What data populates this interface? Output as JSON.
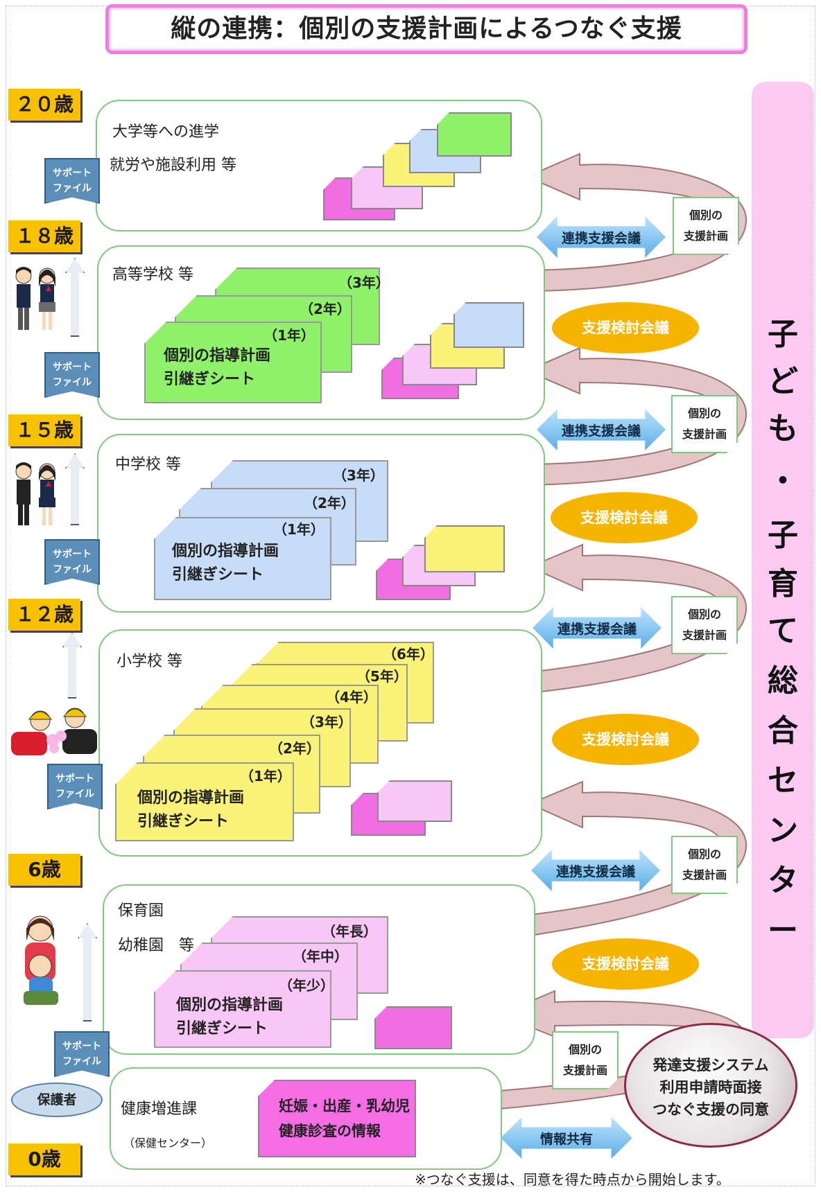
{
  "title": "縦の連携：個別の支援計画によるつなぐ支援",
  "ages": [
    "２０歳",
    "１８歳",
    "１５歳",
    "１２歳",
    "6歳",
    "0歳"
  ],
  "support_file": "サポートファイル",
  "support_file_lines": [
    "サポート",
    "ファイル"
  ],
  "stages": {
    "university": {
      "line1": "大学等への進学",
      "line2": "就労や施設利用 等"
    },
    "high": {
      "label": "高等学校 等",
      "grades": [
        "（3年）",
        "（2年）",
        "（1年）"
      ]
    },
    "middle": {
      "label": "中学校 等",
      "grades": [
        "（3年）",
        "（2年）",
        "（1年）"
      ]
    },
    "elementary": {
      "label": "小学校 等",
      "grades": [
        "（6年）",
        "（5年）",
        "（4年）",
        "（3年）",
        "（2年）",
        "（1年）"
      ]
    },
    "preschool": {
      "line1": "保育園",
      "line2": "幼稚園　等",
      "grades": [
        "（年長）",
        "（年中）",
        "（年少）"
      ]
    },
    "health": {
      "label": "健康増進課",
      "sub": "（保健センター）"
    }
  },
  "sheet_text": {
    "line1": "個別の指導計画",
    "line2": "引継ぎシート"
  },
  "renkei_label": "連携支援会議",
  "kento_label": "支援検討会議",
  "plan_note": {
    "line1": "個別の",
    "line2": "支援計画"
  },
  "center_name": [
    "子",
    "ど",
    "も",
    "・",
    "子",
    "育",
    "て",
    "総",
    "合",
    "セ",
    "ン",
    "タ",
    "ー"
  ],
  "guardian": "保護者",
  "health_info": {
    "line1": "妊娠・出産・乳幼児",
    "line2": "健康診査の情報"
  },
  "info_share": "情報共有",
  "system": {
    "line1": "発達支援システム",
    "line2": "利用申請時面接",
    "line3": "つなぐ支援の同意"
  },
  "footnote": "※つなぐ支援は、同意を得た時点から開始します。",
  "colors": {
    "green": "#8ff26a",
    "blue": "#c6dcf7",
    "yellow": "#fbf27a",
    "pink": "#f9c7f5",
    "magenta": "#f26de3",
    "age": "#f7c100",
    "center": "#fcc9f3",
    "oval": "#f6b400"
  }
}
